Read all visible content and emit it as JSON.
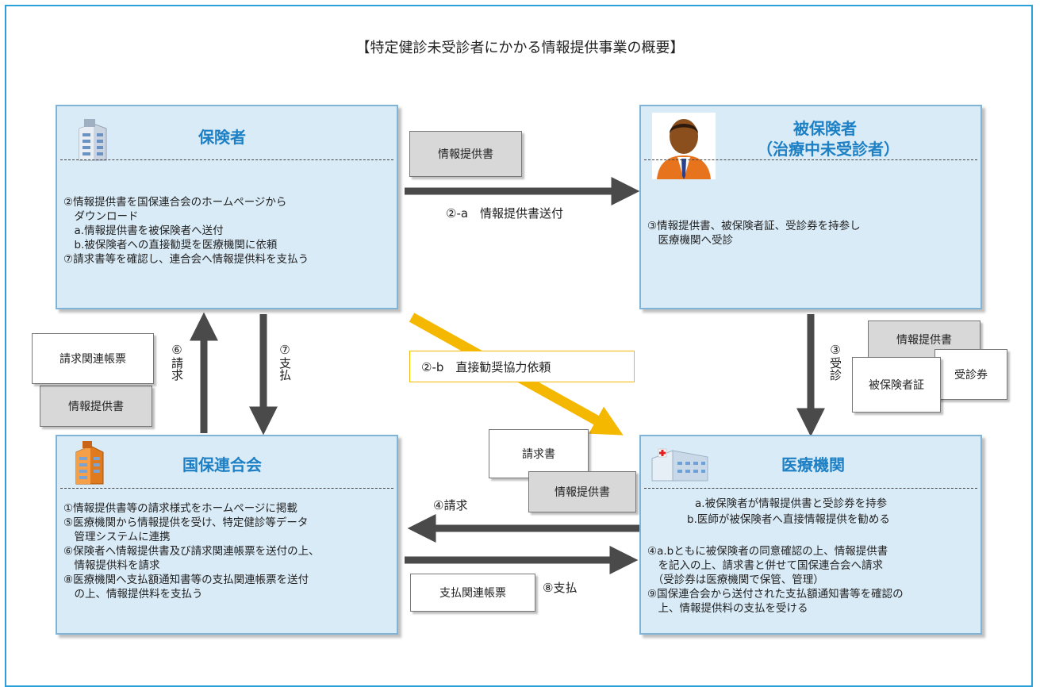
{
  "title": "【特定健診未受診者にかかる情報提供事業の概要】",
  "entities": {
    "insurer": {
      "name": "保険者",
      "lines": "②情報提供書を国保連合会のホームページから\n　ダウンロード\n　a.情報提供書を被保険者へ送付\n　b.被保険者への直接勧奨を医療機関に依頼\n⑦請求書等を確認し、連合会へ情報提供料を支払う"
    },
    "insured": {
      "name_line1": "被保険者",
      "name_line2": "（治療中未受診者）",
      "lines": "③情報提供書、被保険者証、受診券を持参し\n　医療機関へ受診"
    },
    "federation": {
      "name": "国保連合会",
      "lines": "①情報提供書等の請求様式をホームページに掲載\n⑤医療機関から情報提供を受け、特定健診等データ\n　管理システムに連携\n⑥保険者へ情報提供書及び請求関連帳票を送付の上、\n　情報提供料を請求\n⑧医療機関へ支払額通知書等の支払関連帳票を送付\n　の上、情報提供料を支払う"
    },
    "medical": {
      "name": "医療機関",
      "center_line1": "a.被保険者が情報提供書と受診券を持参",
      "center_line2": "b.医師が被保険者へ直接情報提供を勧める",
      "lines": "④a.bともに被保険者の同意確認の上、情報提供書\n　を記入の上、請求書と併せて国保連合会へ請求\n　（受診券は医療機関で保管、管理）\n⑨国保連合会から送付された支払額通知書等を確認の\n　上、情報提供料の支払を受ける"
    }
  },
  "documents": {
    "info_sheet_top": "情報提供書",
    "billing_forms": "請求関連帳票",
    "info_sheet_left": "情報提供書",
    "info_sheet_right": "情報提供書",
    "insurance_card": "被保険者証",
    "exam_ticket": "受診券",
    "invoice": "請求書",
    "info_sheet_bottom": "情報提供書",
    "payment_forms": "支払関連帳票"
  },
  "arrows": {
    "send_info": "②-a　情報提供書送付",
    "request_cooperation": "②-b　直接勧奨協力依頼",
    "bill_6": "⑥請求",
    "pay_7": "⑦支払",
    "visit_3": "③受診",
    "bill_4": "④請求",
    "pay_8": "⑧支払"
  },
  "colors": {
    "frame": "#2aa0d8",
    "entity_fill": "#d9ebf7",
    "entity_title": "#1e80c4",
    "arrow": "#4a4a4a",
    "yellow_arrow": "#f5b800"
  }
}
